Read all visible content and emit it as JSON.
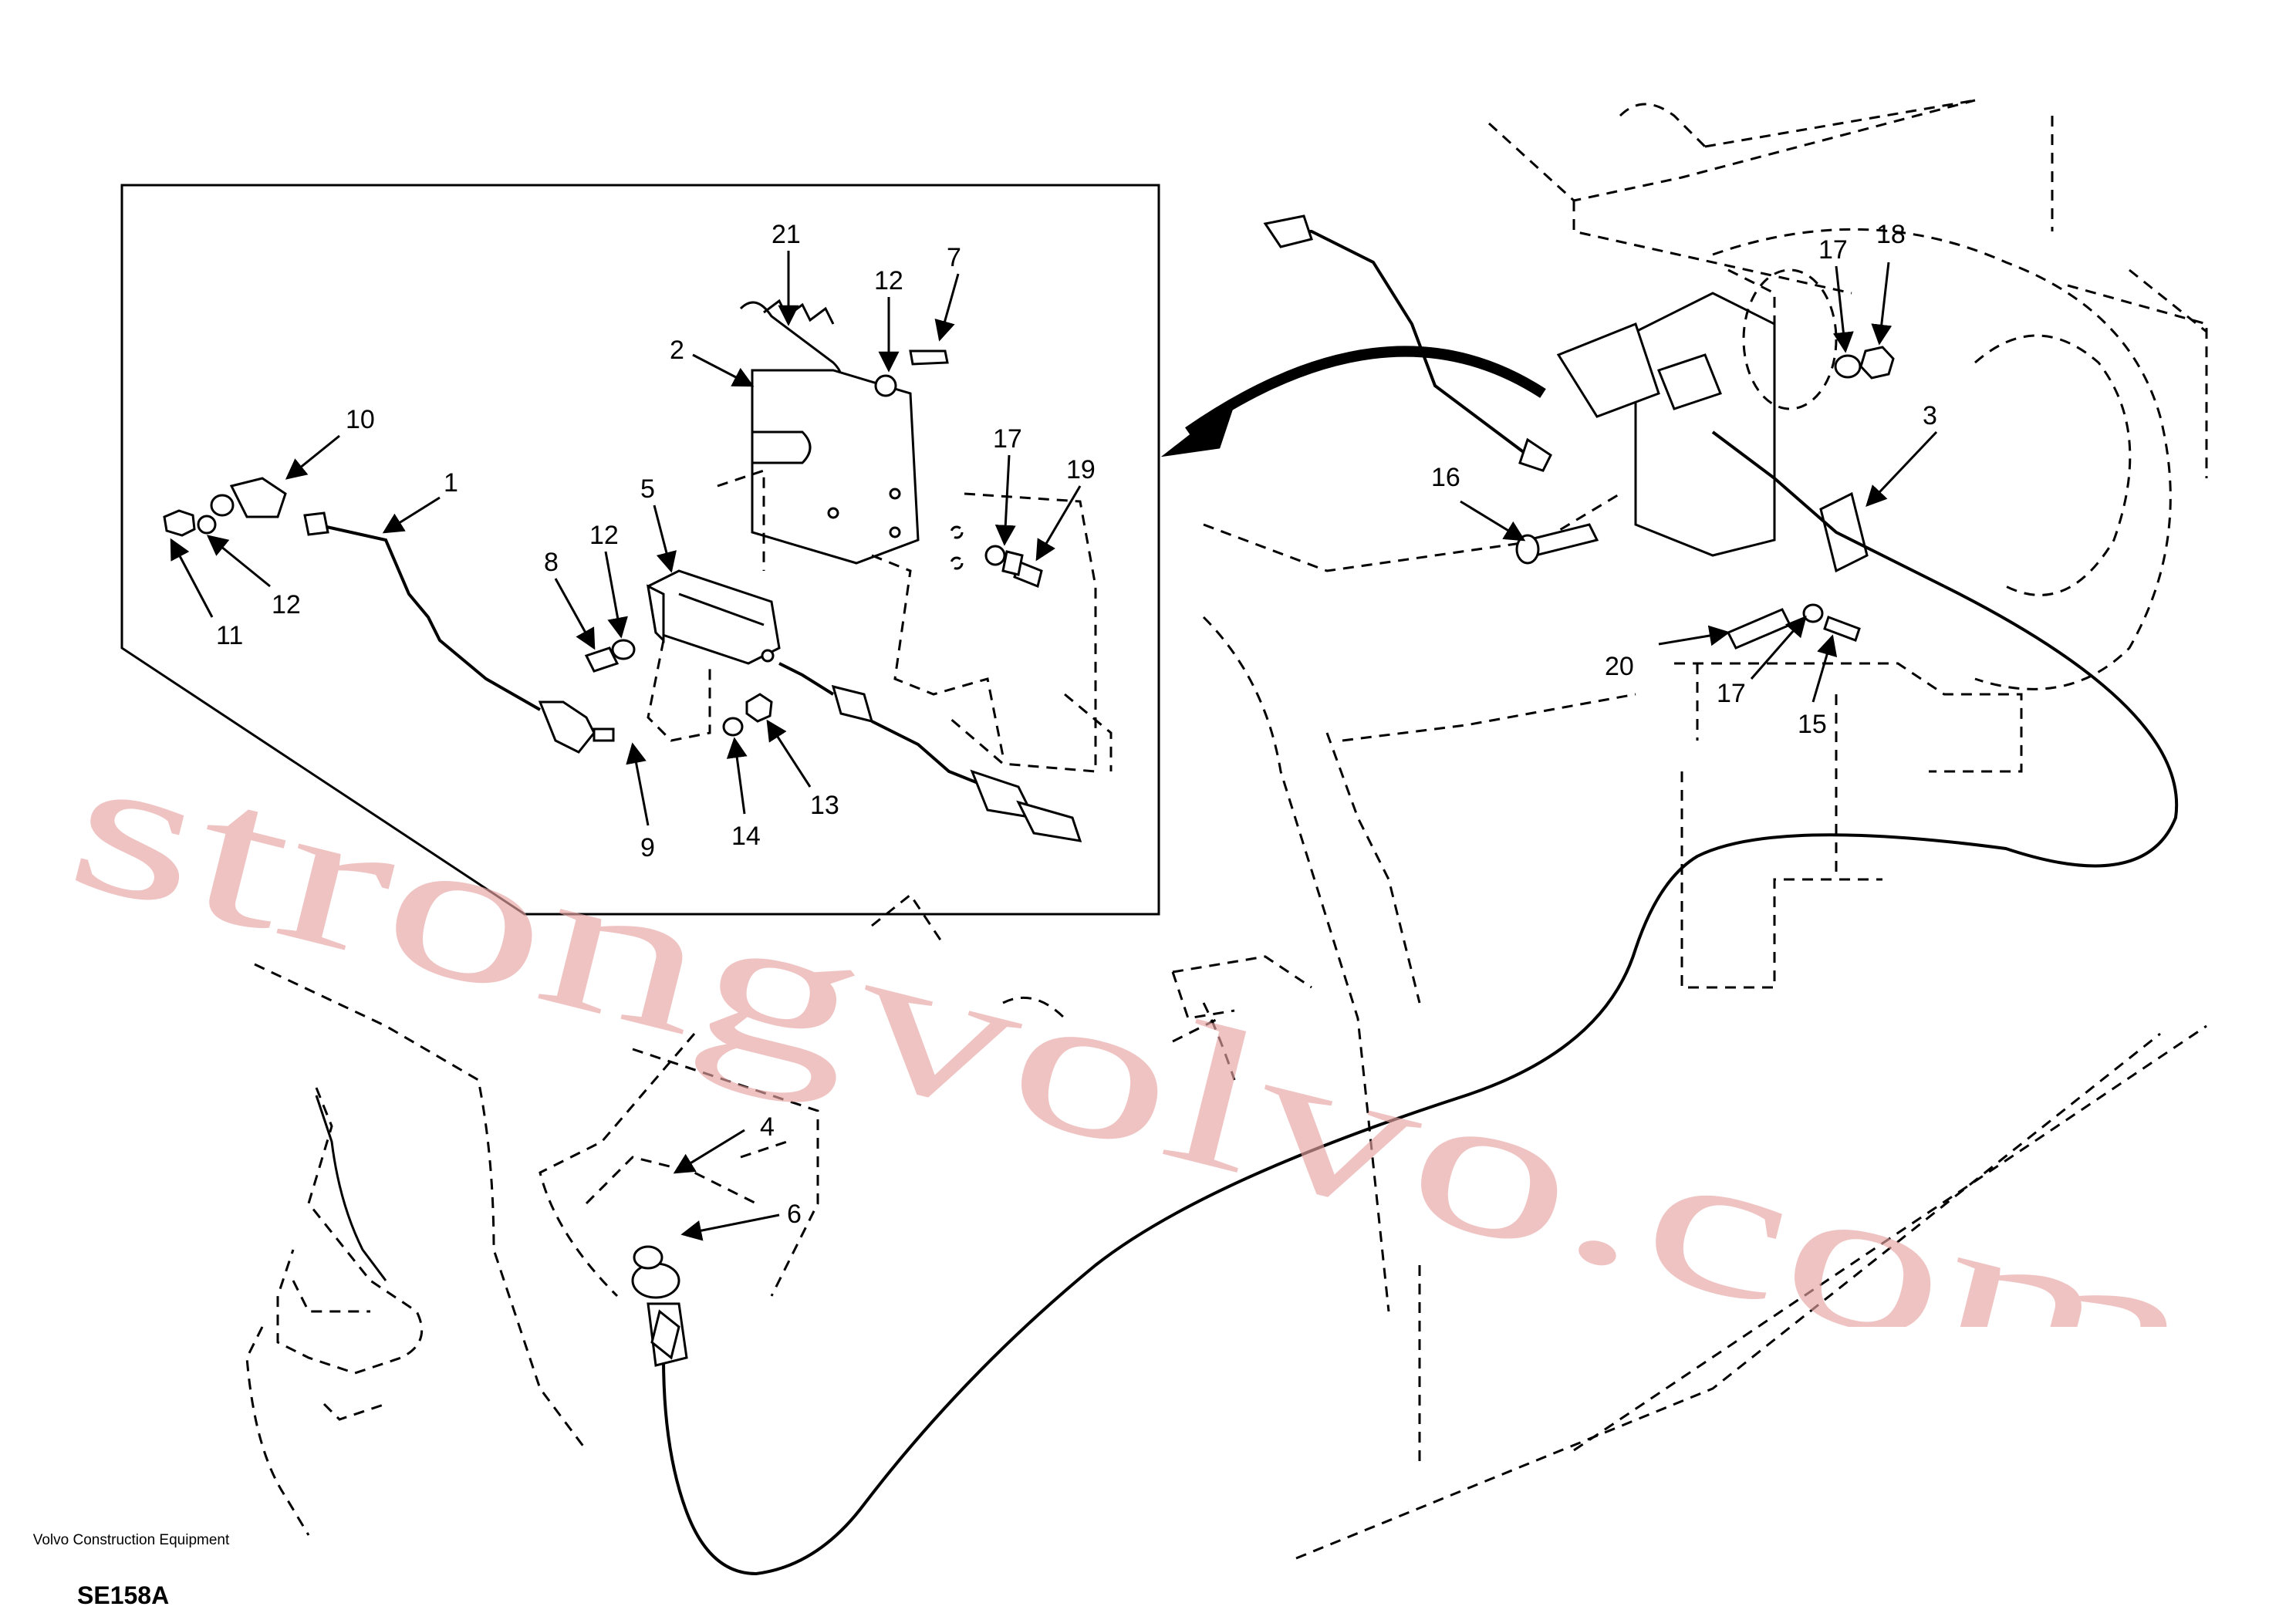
{
  "footer": {
    "company": "Volvo Construction Equipment",
    "code": "SE158A"
  },
  "watermark": {
    "text": "strongvolvo.com",
    "color": "#e8a3a3"
  },
  "callouts": {
    "c21": "21",
    "c12a": "12",
    "c7": "7",
    "c2": "2",
    "c10": "10",
    "c1": "1",
    "c17a": "17",
    "c19": "19",
    "c5": "5",
    "c8": "8",
    "c12b": "12",
    "c12c": "12",
    "c11": "11",
    "c9": "9",
    "c14": "14",
    "c13": "13",
    "c17b": "17",
    "c18": "18",
    "c3": "3",
    "c16": "16",
    "c20": "20",
    "c17c": "17",
    "c15": "15",
    "c4": "4",
    "c6": "6"
  }
}
